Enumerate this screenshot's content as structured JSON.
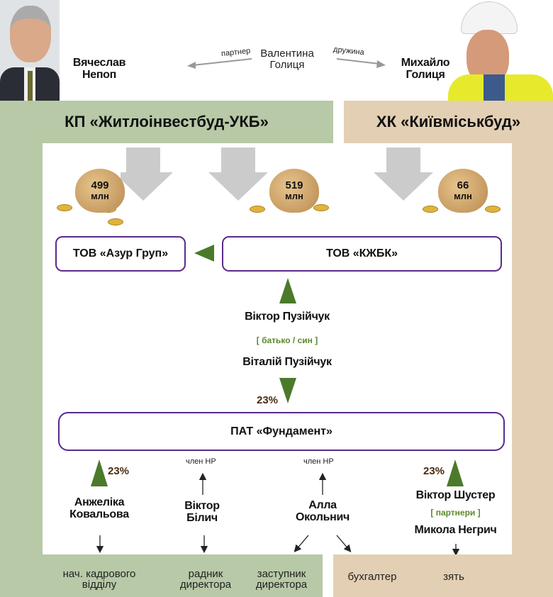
{
  "top": {
    "left_person": "Вячеслав Непоп",
    "middle_person": "Валентина Голиця",
    "right_person": "Михайло Голиця",
    "left_relation": "партнер",
    "right_relation": "дружина"
  },
  "companies": {
    "left": "КП «Житлоінвестбуд-УКБ»",
    "right": "ХК «Київміськбуд»"
  },
  "bags": [
    {
      "amount": "499",
      "unit": "млн"
    },
    {
      "amount": "519",
      "unit": "млн"
    },
    {
      "amount": "66",
      "unit": "млн"
    }
  ],
  "entities": {
    "azur": "ТОВ «Азур Груп»",
    "kzhbk": "ТОВ «КЖБК»",
    "fundament": "ПАТ «Фундамент»"
  },
  "owners": {
    "father": "Віктор Пузійчук",
    "relation": "[ батько / син ]",
    "son": "Віталій Пузійчук",
    "share": "23%"
  },
  "people": {
    "kovalova": "Анжеліка Ковальова",
    "kovalova_share": "23%",
    "bilych": "Віктор Білич",
    "bilych_role": "член НР",
    "okolnych": "Алла Окольнич",
    "okolnych_role": "член НР",
    "shuster": "Віктор Шустер",
    "shuster_share": "23%",
    "partners": "[ партнери ]",
    "negrych": "Микола Негрич"
  },
  "roles": [
    "нач. кадрового відділу",
    "радник директора",
    "заступник директора",
    "бухгалтер",
    "зять"
  ]
}
